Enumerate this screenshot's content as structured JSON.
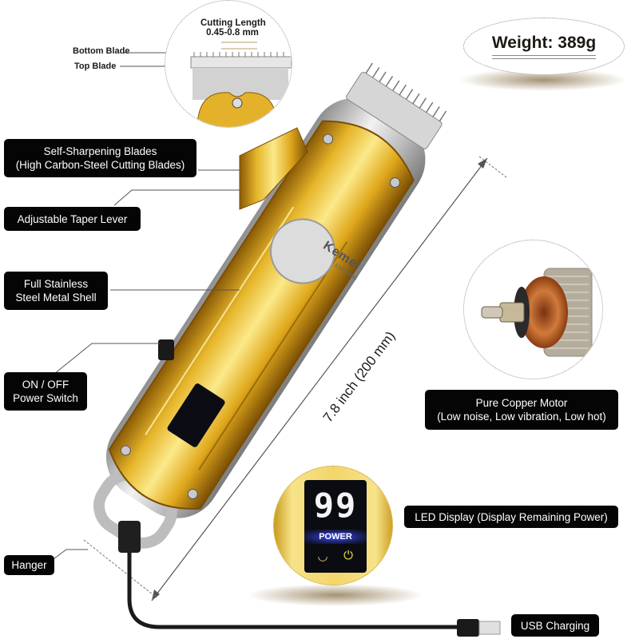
{
  "product": {
    "brand": "Kemei",
    "model": "KM-1986",
    "weight_label": "Weight: 389g",
    "dimension_label": "7.8 inch (200 mm)"
  },
  "blade_detail": {
    "title_line1": "Cutting Length",
    "title_line2": "0.45-0.8 mm",
    "bottom_blade": "Bottom Blade",
    "top_blade": "Top Blade"
  },
  "callouts": {
    "self_sharpening": {
      "line1": "Self-Sharpening Blades",
      "line2": "(High Carbon-Steel Cutting Blades)"
    },
    "taper_lever": {
      "line1": "Adjustable Taper Lever"
    },
    "metal_shell": {
      "line1": "Full Stainless",
      "line2": "Steel Metal Shell"
    },
    "power_switch": {
      "line1": "ON / OFF",
      "line2": "Power Switch"
    },
    "hanger": {
      "line1": "Hanger"
    },
    "motor": {
      "line1": "Pure Copper Motor",
      "line2": "(Low noise, Low vibration, Low hot)"
    },
    "led_display": {
      "line1": "LED Display (Display Remaining Power)"
    },
    "usb_charging": {
      "line1": "USB Charging"
    }
  },
  "led_panel": {
    "digits": "99",
    "power_text": "POWER",
    "icons": [
      "oil-drop-icon",
      "plug-icon"
    ]
  },
  "colors": {
    "gold": "#d9a820",
    "gold_light": "#f6e27a",
    "silver": "#cfcfcf",
    "label_bg": "#050505",
    "power_blue": "#3a4cff",
    "copper": "#c0652a"
  }
}
